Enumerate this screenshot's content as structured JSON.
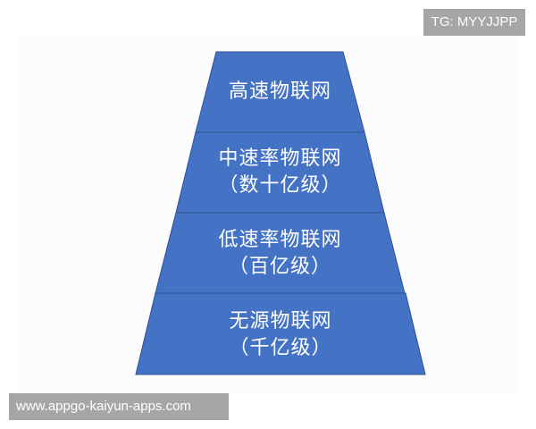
{
  "watermarks": {
    "top_right": "TG: MYYJJPP",
    "bottom_left": "www.appgo-kaiyun-apps.com"
  },
  "colors": {
    "tier_fill": "#4472c4",
    "tier_stroke": "#2f528f",
    "panel_bg": "#fcfbfe",
    "watermark_bg": "#a6a6a6"
  },
  "pyramid": {
    "tiers": [
      {
        "line1": "高速物联网",
        "line2": ""
      },
      {
        "line1": "中速率物联网",
        "line2": "（数十亿级）"
      },
      {
        "line1": "低速率物联网",
        "line2": "（百亿级）"
      },
      {
        "line1": "无源物联网",
        "line2": "（千亿级）"
      }
    ]
  }
}
